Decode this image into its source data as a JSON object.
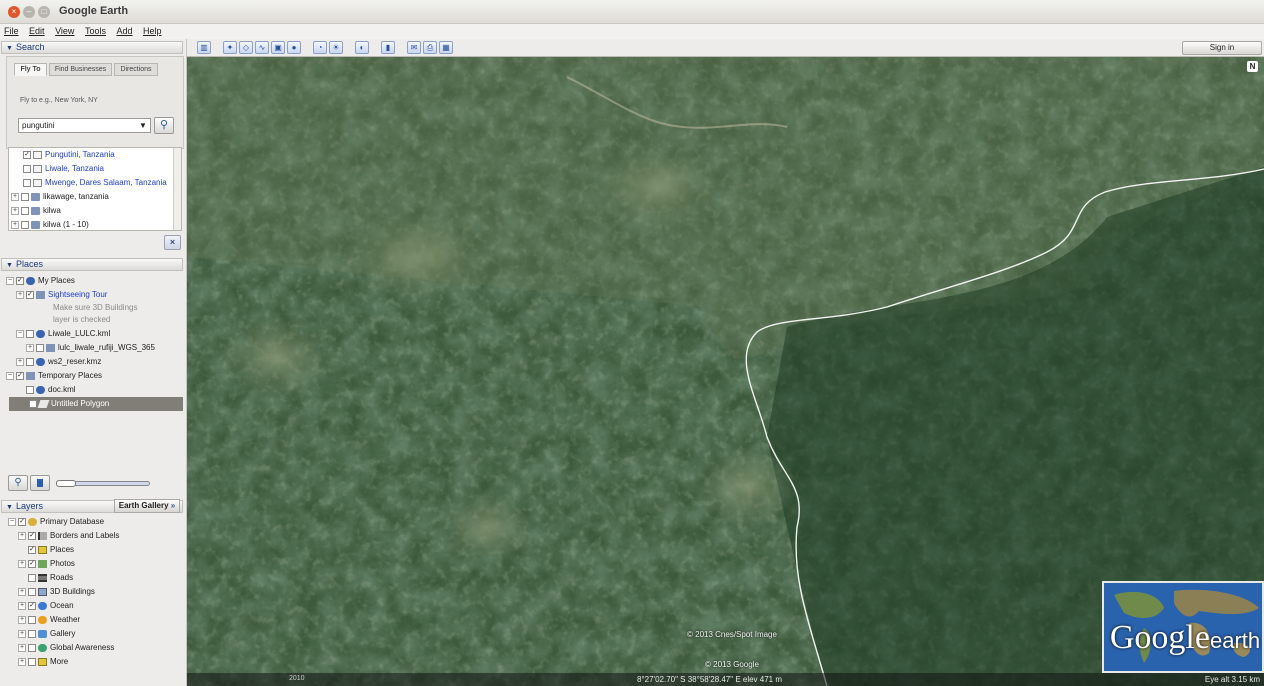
{
  "window": {
    "title": "Google Earth"
  },
  "menu": [
    "File",
    "Edit",
    "View",
    "Tools",
    "Add",
    "Help"
  ],
  "search": {
    "header": "Search",
    "tabs": [
      "Fly To",
      "Find Businesses",
      "Directions"
    ],
    "hint": "Fly to e.g., New York, NY",
    "query": "pungutini",
    "results": [
      "Pungutini, Tanzania",
      "Liwale, Tanzania",
      "Mwenge, Dares Salaam, Tanzania",
      "likawage, tanzania",
      "kilwa",
      "kilwa (1 - 10)"
    ]
  },
  "places": {
    "header": "Places",
    "items": [
      "My Places",
      "Sightseeing Tour",
      "Make sure 3D Buildings",
      "layer is checked",
      "Liwale_LULC.kml",
      "lulc_liwale_rufiji_WGS_365",
      "ws2_reser.kmz",
      "Temporary Places",
      "doc.kml",
      "Untitled Polygon"
    ]
  },
  "layers": {
    "header": "Layers",
    "gallery_label": "Earth Gallery",
    "gallery_arrow": "»",
    "items": [
      "Primary Database",
      "Borders and Labels",
      "Places",
      "Photos",
      "Roads",
      "3D Buildings",
      "Ocean",
      "Weather",
      "Gallery",
      "Global Awareness",
      "More"
    ]
  },
  "toolbar": {
    "sign_in": "Sign in"
  },
  "map": {
    "north": "N",
    "credit_image": "© 2013 Cnes/Spot Image",
    "credit_google": "© 2013 Google",
    "year": "2010",
    "coords": "8°27'02.70\" S  38°58'28.47\" E  elev  471 m",
    "eye_alt": "Eye alt    3.15 km",
    "logo_text": "Google",
    "logo_suffix": "earth"
  },
  "colors": {
    "link": "#1d3fc8",
    "header_text": "#1a3b7a",
    "selected_row": "#817e77",
    "ocean": "#2a63ad"
  }
}
